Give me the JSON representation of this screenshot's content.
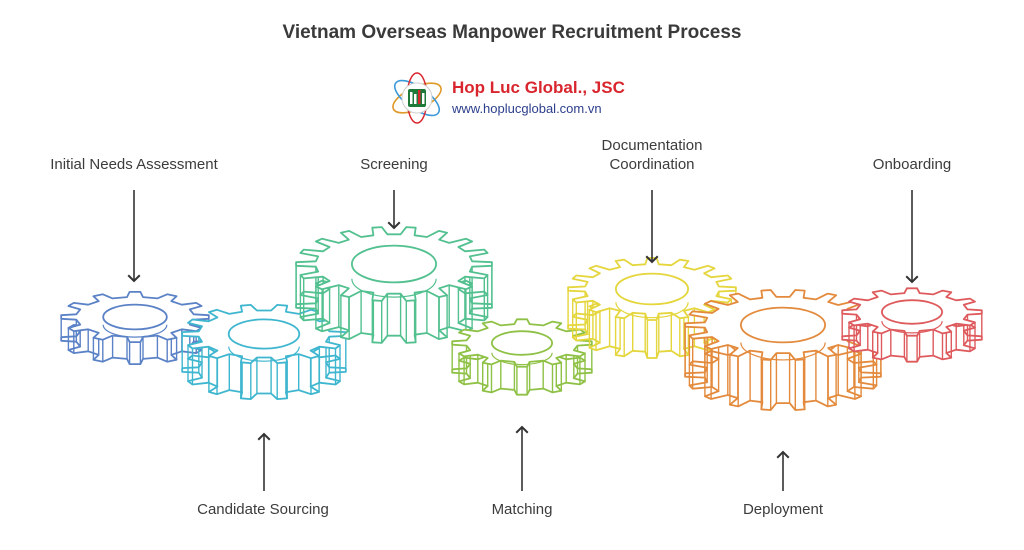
{
  "title": "Vietnam Overseas Manpower Recruitment Process",
  "brand": {
    "name": "Hop Luc Global., JSC",
    "url": "www.hoplucglobal.com.vn",
    "logo_icon": "globe-flag-icon",
    "colors": {
      "name": "#d9262e",
      "url": "#2c3e8c"
    }
  },
  "steps": [
    {
      "id": "initial-needs-assessment",
      "label_lines": [
        "Initial Needs Assessment"
      ],
      "color": "#5b82c6"
    },
    {
      "id": "candidate-sourcing",
      "label_lines": [
        "Candidate Sourcing"
      ],
      "color": "#3fb6cf"
    },
    {
      "id": "screening",
      "label_lines": [
        "Screening"
      ],
      "color": "#52c08f"
    },
    {
      "id": "matching",
      "label_lines": [
        "Matching"
      ],
      "color": "#8ec145"
    },
    {
      "id": "documentation-coordination",
      "label_lines": [
        "Documentation",
        "Coordination"
      ],
      "color": "#e4d63c"
    },
    {
      "id": "deployment",
      "label_lines": [
        "Deployment"
      ],
      "color": "#e38a3c"
    },
    {
      "id": "onboarding",
      "label_lines": [
        "Onboarding"
      ],
      "color": "#de5a5c"
    }
  ]
}
